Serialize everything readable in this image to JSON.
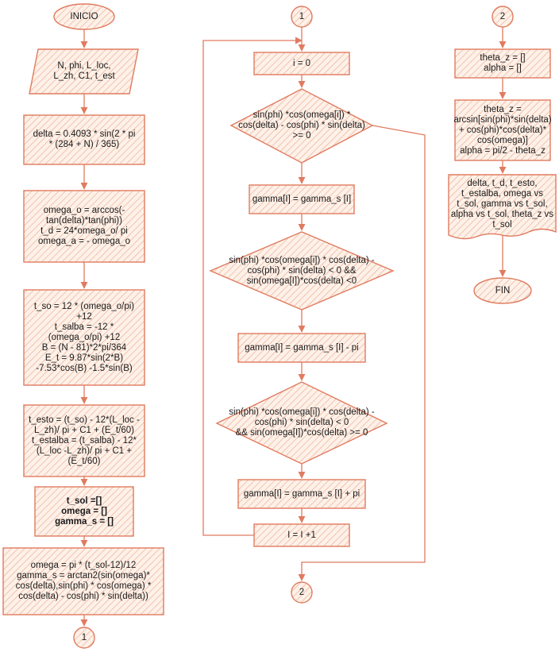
{
  "colors": {
    "stroke": "#e07b5f",
    "fill": "#fbe6d6",
    "text": "#1a1a1a"
  },
  "col1": {
    "start": "INICIO",
    "input": "N, phi, L_loc,\nL_zh, C1, t_est",
    "delta": "delta = 0.4093 * sin(2 * pi\n* (284 + N) / 365)",
    "omega_o": "omega_o = arccos(-\ntan(delta)*tan(phi))\nt_d = 24*omega_o/ pi\nomega_a = - omega_o",
    "times": "t_so = 12 * (omega_o/pi)\n+12\nt_salba = -12 *\n(omega_o/pi) +12\nB = (N - 81)*2*pi/364\nE_t = 9.87*sin(2*B)\n-7.53*cos(B) -1.5*sin(B)",
    "esto": "t_esto = (t_so) - 12*(L_loc -\nL_zh)/ pi + C1  + (E_t/60)\nt_estalba = (t_salba) - 12*\n(L_loc -L_zh)/ pi + C1  +\n(E_t/60)",
    "init": "t_sol =[]\nomega = []\ngamma_s = []",
    "omega_calc": "omega = pi * (t_sol-12)/12\ngamma_s = arctan2(sin(omega)*\ncos(delta),sin(phi) * cos(omega) *\ncos(delta) - cos(phi) * sin(delta))",
    "connector": "1"
  },
  "col2": {
    "connector_in": "1",
    "i0": "i = 0",
    "dec1": "sin(phi) *cos(omega[i]) *\ncos(delta) - cos(phi) * sin(delta)\n>= 0",
    "gamma1": "gamma[I] = gamma_s [I]",
    "dec2": "sin(phi) *cos(omega[i]) * cos(delta) -\ncos(phi) * sin(delta) < 0 &&\nsin(omega[I])*cos(delta) <0",
    "gamma2": "gamma[I] = gamma_s [I] - pi",
    "dec3": "sin(phi) *cos(omega[i]) * cos(delta) -\ncos(phi) * sin(delta) < 0\n&& sin(omega[I])*cos(delta) >= 0",
    "gamma3": "gamma[I] = gamma_s [I] + pi",
    "incr": "I = I +1",
    "connector_out": "2"
  },
  "col3": {
    "connector_in": "2",
    "init": "theta_z = []\nalpha = []",
    "calc": "theta_z =\narcsin[sin(phi)*sin(delta)\n+ cos(phi)*cos(delta)*\ncos(omega)]\nalpha = pi/2 - theta_z",
    "output": "delta, t_d, t_esto,\nt_estalba, omega vs\nt_sol, gamma vs t_sol,\nalpha vs t_sol, theta_z vs\nt_sol",
    "end": "FIN"
  }
}
